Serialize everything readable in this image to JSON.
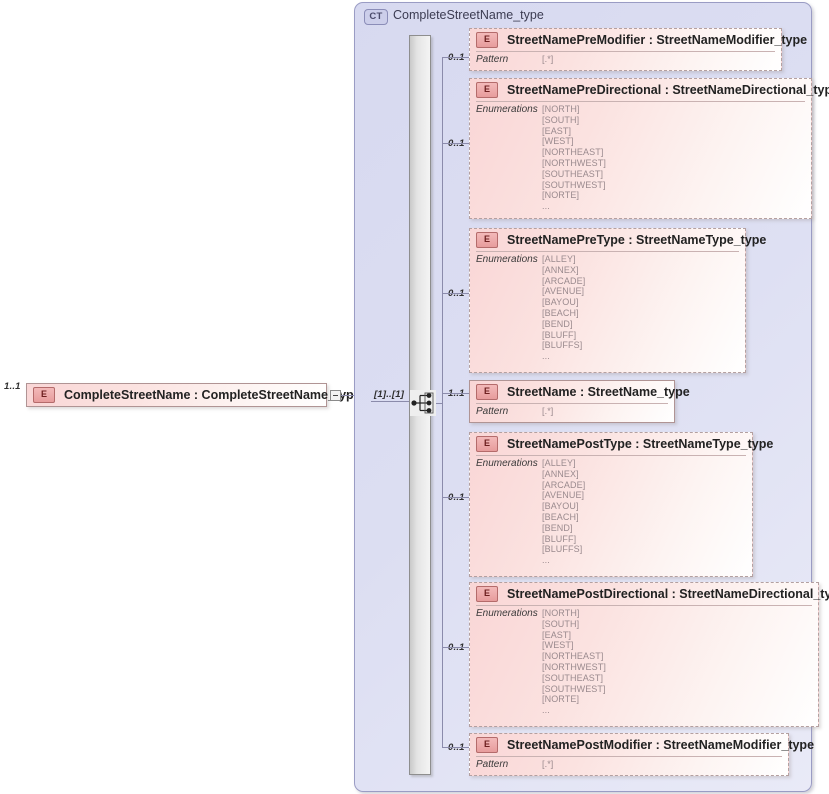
{
  "diagram": {
    "type": "xsd-schema-diagram",
    "root_element": {
      "occurrence": "1..1",
      "badge": "E",
      "label": "CompleteStreetName : CompleteStreetName_type",
      "toggle": "collapse-box"
    },
    "complex_type": {
      "badge": "CT",
      "title": "CompleteStreetName_type",
      "group_occurrence": "[1]..[1]",
      "compositor": "sequence"
    },
    "children": [
      {
        "occurrence": "0..1",
        "badge": "E",
        "label": "StreetNamePreModifier : StreetNameModifier_type",
        "required": false,
        "facet_label": "Pattern",
        "facet_values": [
          "[.*]"
        ]
      },
      {
        "occurrence": "0..1",
        "badge": "E",
        "label": "StreetNamePreDirectional : StreetNameDirectional_type",
        "required": false,
        "facet_label": "Enumerations",
        "facet_values": [
          "[NORTH]",
          "[SOUTH]",
          "[EAST]",
          "[WEST]",
          "[NORTHEAST]",
          "[NORTHWEST]",
          "[SOUTHEAST]",
          "[SOUTHWEST]",
          "[NORTE]",
          "..."
        ]
      },
      {
        "occurrence": "0..1",
        "badge": "E",
        "label": "StreetNamePreType : StreetNameType_type",
        "required": false,
        "facet_label": "Enumerations",
        "facet_values": [
          "[ALLEY]",
          "[ANNEX]",
          "[ARCADE]",
          "[AVENUE]",
          "[BAYOU]",
          "[BEACH]",
          "[BEND]",
          "[BLUFF]",
          "[BLUFFS]",
          "..."
        ]
      },
      {
        "occurrence": "1..1",
        "badge": "E",
        "label": "StreetName : StreetName_type",
        "required": true,
        "facet_label": "Pattern",
        "facet_values": [
          "[.*]"
        ]
      },
      {
        "occurrence": "0..1",
        "badge": "E",
        "label": "StreetNamePostType : StreetNameType_type",
        "required": false,
        "facet_label": "Enumerations",
        "facet_values": [
          "[ALLEY]",
          "[ANNEX]",
          "[ARCADE]",
          "[AVENUE]",
          "[BAYOU]",
          "[BEACH]",
          "[BEND]",
          "[BLUFF]",
          "[BLUFFS]",
          "..."
        ]
      },
      {
        "occurrence": "0..1",
        "badge": "E",
        "label": "StreetNamePostDirectional : StreetNameDirectional_type",
        "required": false,
        "facet_label": "Enumerations",
        "facet_values": [
          "[NORTH]",
          "[SOUTH]",
          "[EAST]",
          "[WEST]",
          "[NORTHEAST]",
          "[NORTHWEST]",
          "[SOUTHEAST]",
          "[SOUTHWEST]",
          "[NORTE]",
          "..."
        ]
      },
      {
        "occurrence": "0..1",
        "badge": "E",
        "label": "StreetNamePostModifier : StreetNameModifier_type",
        "required": false,
        "facet_label": "Pattern",
        "facet_values": [
          "[.*]"
        ]
      }
    ],
    "colors": {
      "element_fill": "#f9d6d6",
      "container_fill": "#d7d9f0",
      "badge_e": "#e79c9c",
      "badge_ct": "#ccceea",
      "connector": "#8b8bab"
    }
  }
}
